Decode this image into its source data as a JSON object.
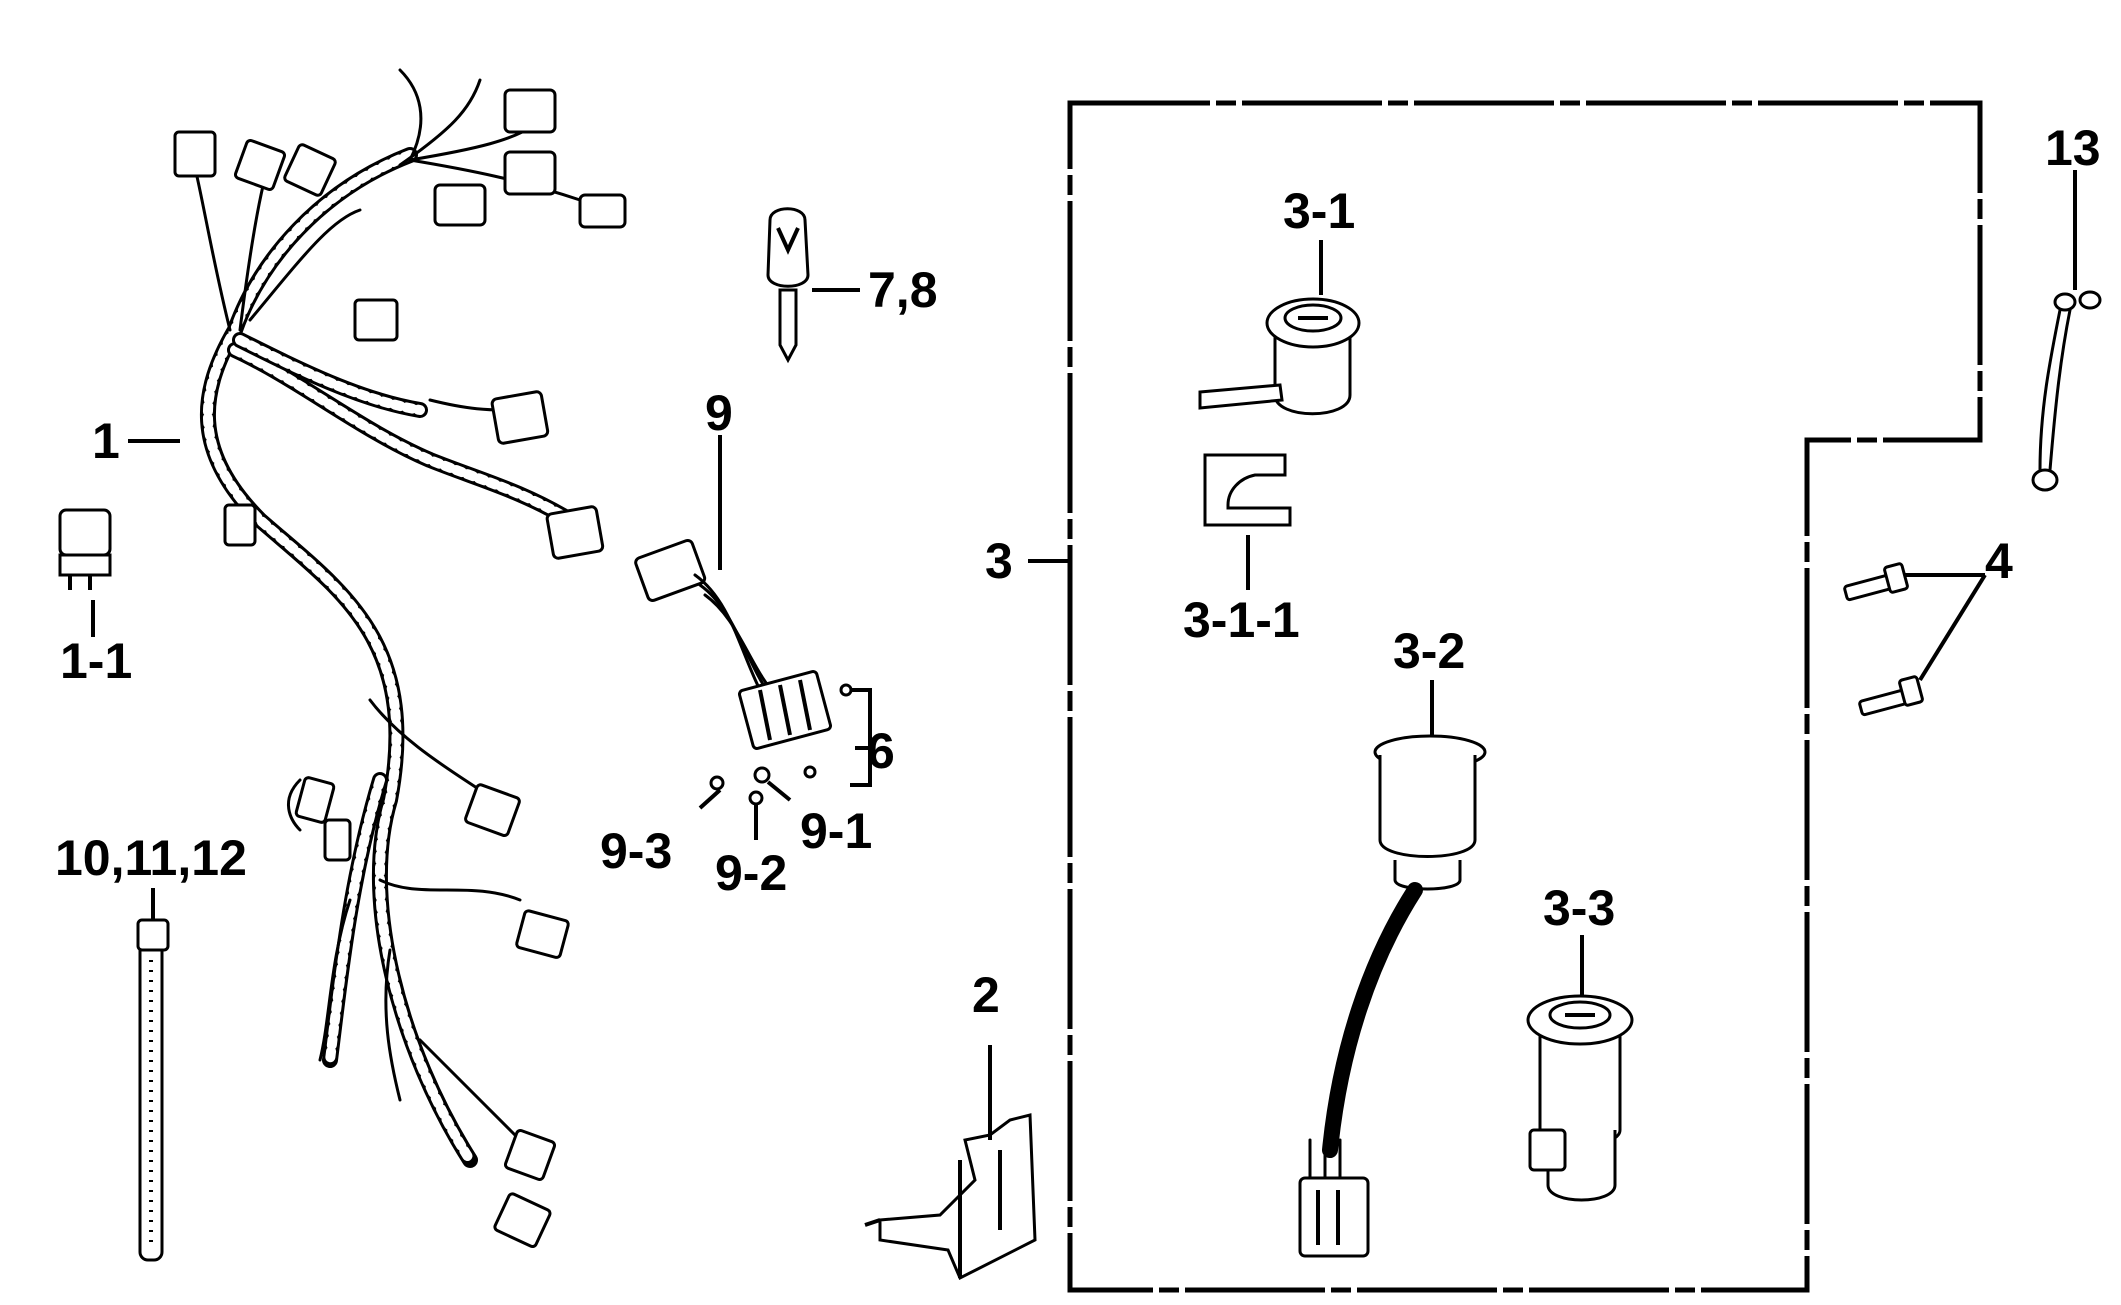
{
  "diagram": {
    "callouts": [
      {
        "id": "1",
        "text": "1"
      },
      {
        "id": "1-1",
        "text": "1-1"
      },
      {
        "id": "2",
        "text": "2"
      },
      {
        "id": "3",
        "text": "3"
      },
      {
        "id": "3-1",
        "text": "3-1"
      },
      {
        "id": "3-1-1",
        "text": "3-1-1"
      },
      {
        "id": "3-2",
        "text": "3-2"
      },
      {
        "id": "3-3",
        "text": "3-3"
      },
      {
        "id": "4",
        "text": "4"
      },
      {
        "id": "6",
        "text": "6"
      },
      {
        "id": "7,8",
        "text": "7,8"
      },
      {
        "id": "9",
        "text": "9"
      },
      {
        "id": "9-1",
        "text": "9-1"
      },
      {
        "id": "9-2",
        "text": "9-2"
      },
      {
        "id": "9-3",
        "text": "9-3"
      },
      {
        "id": "10,11,12",
        "text": "10,11,12"
      },
      {
        "id": "13",
        "text": "13"
      }
    ]
  }
}
